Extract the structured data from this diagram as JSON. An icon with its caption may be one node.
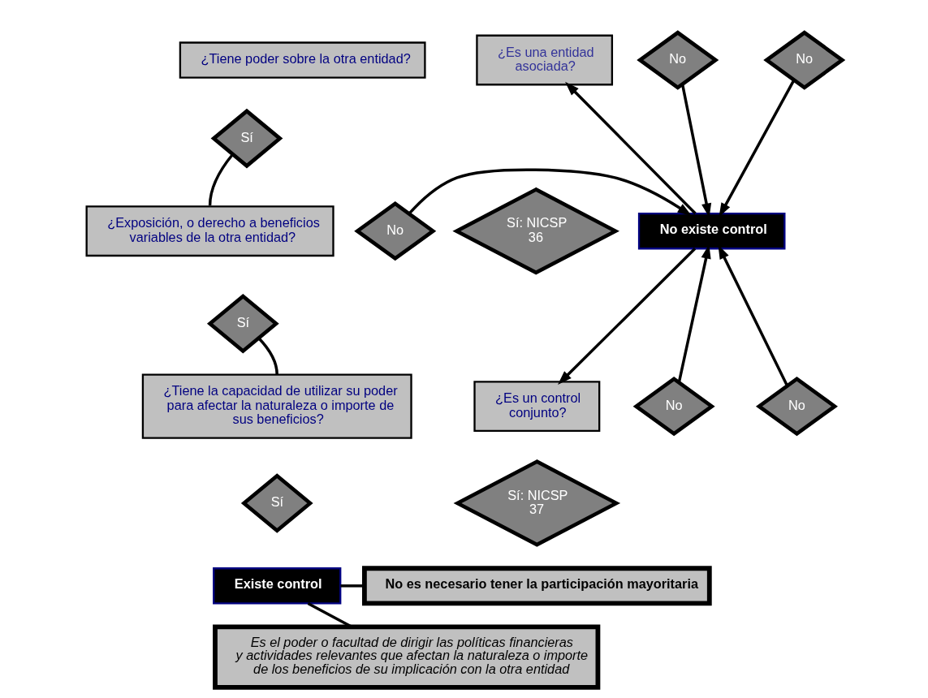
{
  "diagram": {
    "nodes": [
      {
        "text": [
          "¿Tiene poder sobre la otra entidad?"
        ]
      },
      {
        "text": [
          "Sí"
        ]
      },
      {
        "text": [
          "No"
        ]
      },
      {
        "text": [
          "¿Exposición, o derecho a beneficios variables de la otra entidad?"
        ]
      },
      {
        "text": [
          "Sí"
        ]
      },
      {
        "text": [
          "No"
        ]
      },
      {
        "text": [
          "¿Tiene la capacidad de utilizar su poder para afectar la naturaleza o importe de sus beneficios?"
        ]
      },
      {
        "text": [
          "No"
        ]
      },
      {
        "text": [
          "Sí"
        ]
      },
      {
        "text": [
          "Existe control"
        ]
      },
      {
        "text": [
          "No existe control"
        ]
      },
      {
        "text": [
          "¿Es una entidad asociada?"
        ]
      },
      {
        "text": [
          "Sí: NICSP 36"
        ]
      },
      {
        "text": [
          "No"
        ]
      },
      {
        "text": [
          "¿Es un control conjunto?"
        ]
      },
      {
        "text": [
          "No"
        ]
      },
      {
        "text": [
          "Sí: NICSP 37"
        ]
      },
      {
        "text": [
          "No es necesario tener la participación mayoritaria"
        ]
      },
      {
        "text": [
          "Es el poder o facultad de dirigir las políticas financieras y actividades relevantes que afectan la naturaleza o importe de los beneficios de su implicación con la otra entidad"
        ]
      }
    ],
    "edges": [
      {
        "from": 1,
        "to": 3,
        "arrow": "none"
      },
      {
        "from": 4,
        "to": 6,
        "arrow": "none"
      },
      {
        "from": 2,
        "to": 10,
        "arrow": "to"
      },
      {
        "from": 5,
        "to": 10,
        "arrow": "to"
      },
      {
        "from": 7,
        "to": 10,
        "arrow": "to"
      },
      {
        "from": 10,
        "to": 11,
        "arrow": "to"
      },
      {
        "from": 10,
        "to": 14,
        "arrow": "to"
      },
      {
        "from": 13,
        "to": 10,
        "arrow": "to"
      },
      {
        "from": 15,
        "to": 10,
        "arrow": "to"
      },
      {
        "from": 9,
        "to": 17,
        "arrow": "none"
      },
      {
        "from": 9,
        "to": 18,
        "arrow": "none"
      }
    ]
  }
}
